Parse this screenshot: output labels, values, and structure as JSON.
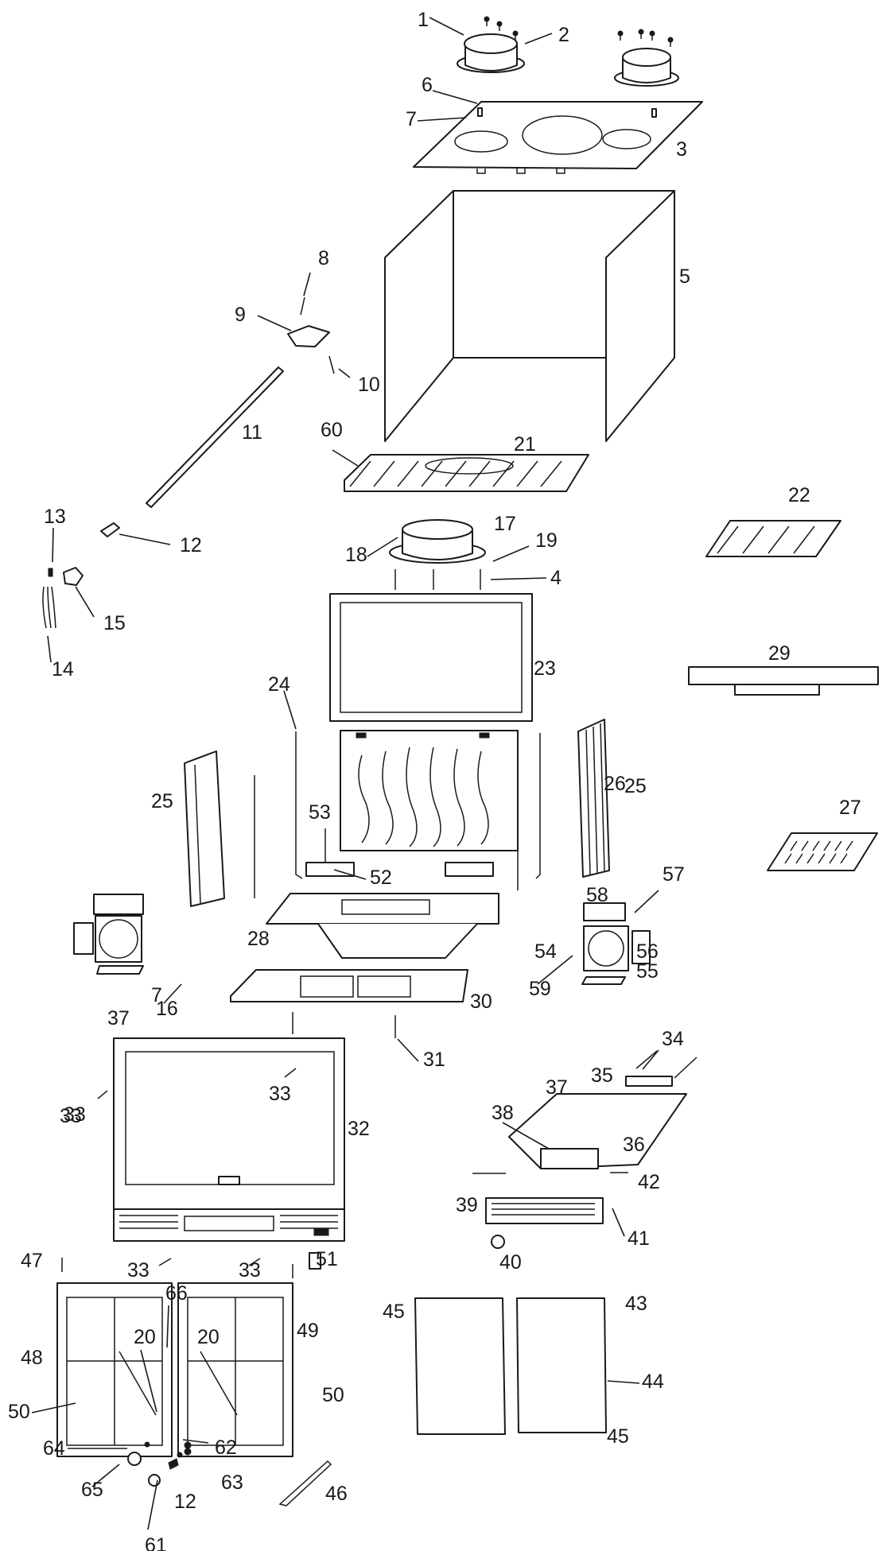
{
  "colors": {
    "ink": "#1a1a1a",
    "paper": "#ffffff"
  },
  "callouts": [
    "1",
    "2",
    "3",
    "4",
    "5",
    "6",
    "7",
    "8",
    "9",
    "10",
    "11",
    "12",
    "13",
    "14",
    "15",
    "16",
    "17",
    "18",
    "19",
    "20",
    "21",
    "22",
    "23",
    "24",
    "25",
    "26",
    "27",
    "28",
    "29",
    "30",
    "31",
    "32",
    "33",
    "34",
    "35",
    "36",
    "37",
    "38",
    "39",
    "40",
    "41",
    "42",
    "43",
    "44",
    "45",
    "46",
    "47",
    "48",
    "49",
    "50",
    "51",
    "52",
    "53",
    "54",
    "55",
    "56",
    "57",
    "58",
    "59",
    "60",
    "61",
    "62",
    "63",
    "64",
    "65",
    "66"
  ]
}
